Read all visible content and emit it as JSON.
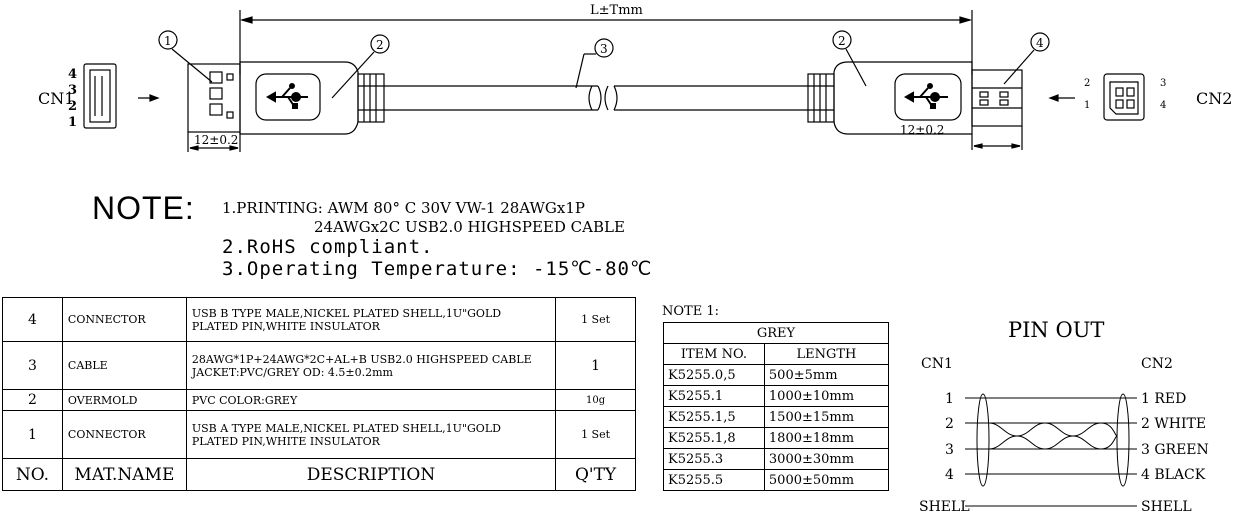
{
  "drawing": {
    "length_label": "L±Tmm",
    "cn1_label": "CN1",
    "cn2_label": "CN2",
    "cn1_pins": [
      "4",
      "3",
      "2",
      "1"
    ],
    "cn2_pins_left": [
      "2",
      "1"
    ],
    "cn2_pins_right": [
      "3",
      "4"
    ],
    "balloons": [
      "1",
      "2",
      "3",
      "2",
      "4"
    ],
    "dim_left": "12±0.2",
    "dim_right": "12±0.2"
  },
  "note": {
    "title": "NOTE:",
    "line1": "1.PRINTING: AWM 80° C 30V VW-1 28AWGx1P",
    "line1b": "24AWGx2C USB2.0 HIGHSPEED CABLE",
    "line2": "2.RoHS compliant.",
    "line3": "3.Operating Temperature: -15℃-80℃"
  },
  "bom": {
    "rows": [
      {
        "no": "4",
        "name": "CONNECTOR",
        "desc1": "USB B TYPE MALE,NICKEL PLATED SHELL,1U\"GOLD",
        "desc2": "PLATED PIN,WHITE INSULATOR",
        "qty": "1 Set"
      },
      {
        "no": "3",
        "name": "CABLE",
        "desc1": "28AWG*1P+24AWG*2C+AL+B  USB2.0 HIGHSPEED CABLE",
        "desc2": "JACKET:PVC/GREY OD: 4.5±0.2mm",
        "qty": "1"
      },
      {
        "no": "2",
        "name": "OVERMOLD",
        "desc1": "PVC COLOR:GREY",
        "desc2": "",
        "qty": "10g"
      },
      {
        "no": "1",
        "name": "CONNECTOR",
        "desc1": "USB A TYPE MALE,NICKEL PLATED SHELL,1U\"GOLD",
        "desc2": "PLATED PIN,WHITE INSULATOR",
        "qty": "1 Set"
      }
    ],
    "header": {
      "no": "NO.",
      "name": "MAT.NAME",
      "desc": "DESCRIPTION",
      "qty": "Q'TY"
    }
  },
  "note1": {
    "label": "NOTE 1:",
    "group": "GREY",
    "col1": "ITEM NO.",
    "col2": "LENGTH",
    "rows": [
      {
        "item": "K5255.0,5",
        "length": "500±5mm"
      },
      {
        "item": "K5255.1",
        "length": "1000±10mm"
      },
      {
        "item": "K5255.1,5",
        "length": "1500±15mm"
      },
      {
        "item": "K5255.1,8",
        "length": "1800±18mm"
      },
      {
        "item": "K5255.3",
        "length": "3000±30mm"
      },
      {
        "item": "K5255.5",
        "length": "5000±50mm"
      }
    ]
  },
  "pinout": {
    "title": "PIN OUT",
    "cn1": "CN1",
    "cn2": "CN2",
    "left": [
      "1",
      "2",
      "3",
      "4",
      "SHELL"
    ],
    "right": [
      "1 RED",
      "2 WHITE",
      "3 GREEN",
      "4 BLACK",
      "SHELL"
    ]
  }
}
